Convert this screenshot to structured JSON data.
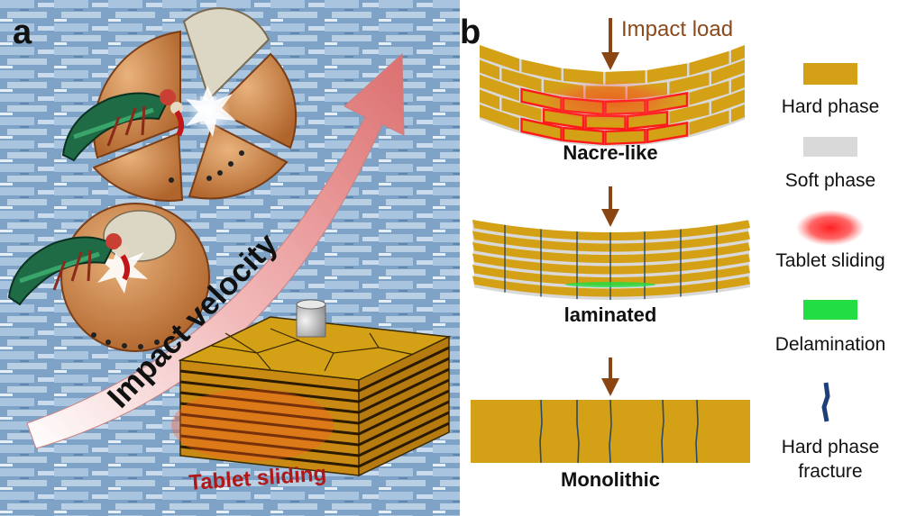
{
  "panel_a": {
    "letter": "a",
    "arrow_label": "Impact velocity",
    "block_label": "Tablet sliding"
  },
  "panel_b": {
    "letter": "b",
    "load_label": "Impact load",
    "structures": [
      "Nacre-like",
      "laminated",
      "Monolithic"
    ],
    "legend": [
      {
        "label_lines": [
          "Hard phase"
        ],
        "color": "#d4a016"
      },
      {
        "label_lines": [
          "Soft phase"
        ],
        "color": "#d9d9d9"
      },
      {
        "label_lines": [
          "Tablet sliding"
        ],
        "color": "#ff1a1a"
      },
      {
        "label_lines": [
          "Delamination"
        ],
        "color": "#22dd44"
      },
      {
        "label_lines": [
          "Hard phase",
          "fracture"
        ],
        "color": "#1f3f7a"
      }
    ]
  },
  "colors": {
    "hard_phase": "#d4a016",
    "soft_phase": "#d9d9d9",
    "impact_arrow": "#8b4513",
    "load_text": "#8b4a1c",
    "velocity_arrow": "#e88a8a",
    "tablet_sliding_text": "#b01818"
  }
}
